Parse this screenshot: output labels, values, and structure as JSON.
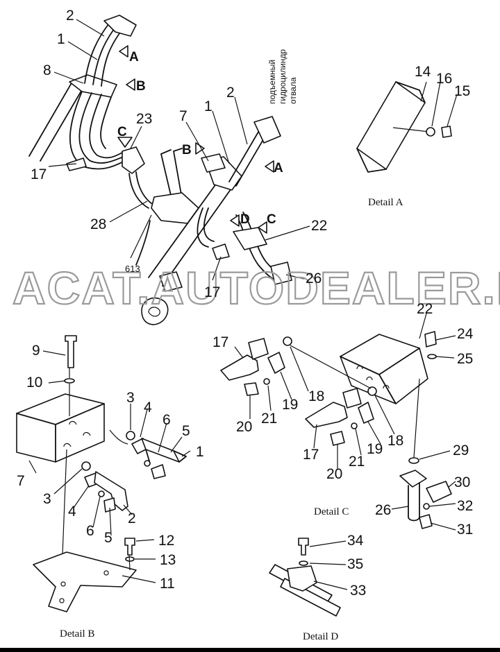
{
  "watermark": "ACAT.AUTODEALER.RU",
  "russian_label": [
    "подъемный",
    "гидроцилиндр",
    "отвала"
  ],
  "captions": {
    "detail_a": "Detail A",
    "detail_b": "Detail B",
    "detail_c": "Detail C",
    "detail_d": "Detail D"
  },
  "view_letters": {
    "a1": "A",
    "b1": "B",
    "c1": "C",
    "b2": "B",
    "a2": "A",
    "d2": "D",
    "c2": "C"
  },
  "callouts": {
    "main_2a": "2",
    "main_1a": "1",
    "main_8": "8",
    "main_23": "23",
    "main_17a": "17",
    "main_28": "28",
    "main_613": "613",
    "main_7": "7",
    "main_2b": "2",
    "main_1b": "1",
    "main_22": "22",
    "main_17b": "17",
    "main_26": "26",
    "a_14": "14",
    "a_16": "16",
    "a_15": "15",
    "b_9": "9",
    "b_10": "10",
    "b_7": "7",
    "b_3a": "3",
    "b_4a": "4",
    "b_6a": "6",
    "b_5a": "5",
    "b_1": "1",
    "b_3b": "3",
    "b_4b": "4",
    "b_6b": "6",
    "b_5b": "5",
    "b_2": "2",
    "b_12": "12",
    "b_13": "13",
    "b_11": "11",
    "c_22": "22",
    "c_24": "24",
    "c_25": "25",
    "c_17a": "17",
    "c_18a": "18",
    "c_19a": "19",
    "c_20a": "20",
    "c_21a": "21",
    "c_18b": "18",
    "c_19b": "19",
    "c_17b": "17",
    "c_21b": "21",
    "c_20b": "20",
    "c_29": "29",
    "c_30": "30",
    "c_26": "26",
    "c_32": "32",
    "c_31": "31",
    "d_34": "34",
    "d_35": "35",
    "d_33": "33"
  }
}
